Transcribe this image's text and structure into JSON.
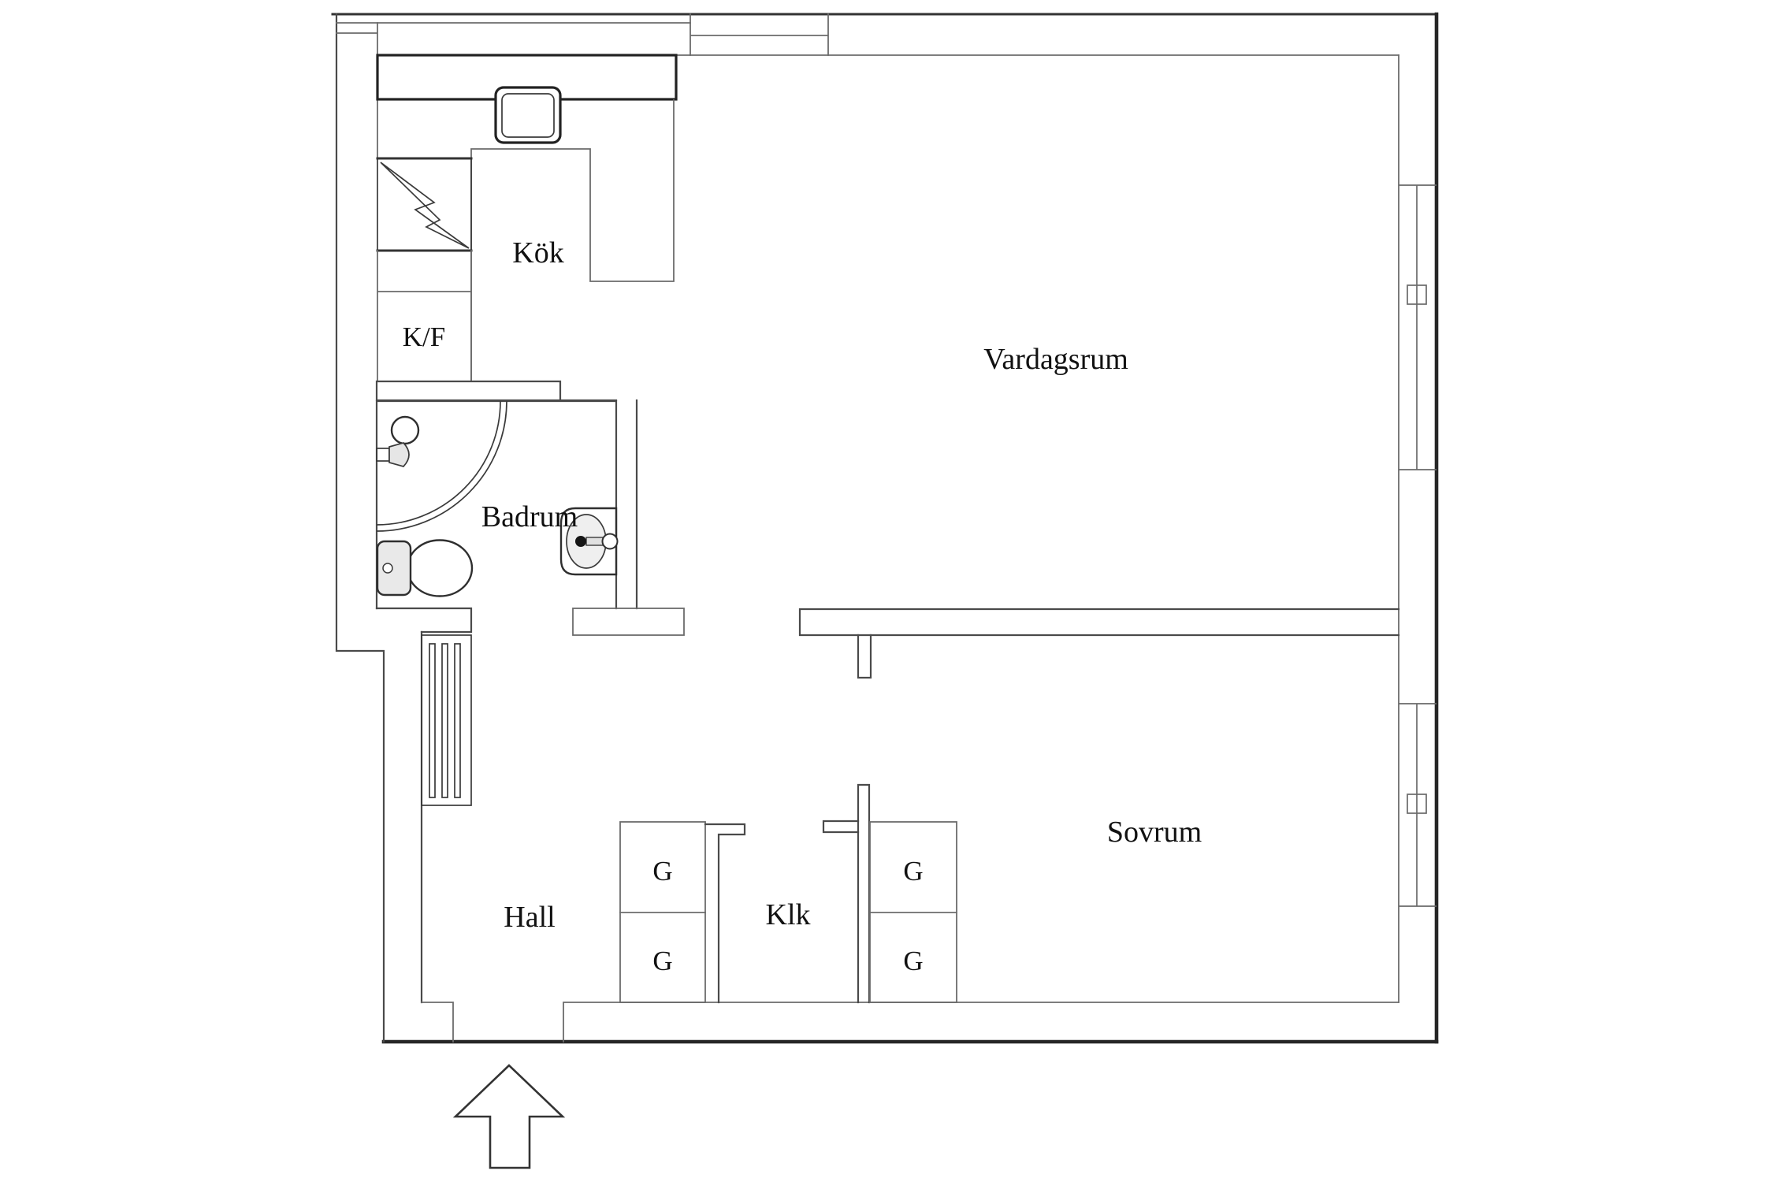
{
  "floor_plan": {
    "type": "apartment-floor-plan",
    "background_color": "#ffffff",
    "wall_color": "#4a4a4a",
    "bold_wall_color": "#262626",
    "text_color": "#111111",
    "rooms": {
      "kitchen": {
        "label": "Kök"
      },
      "fridge": {
        "label": "K/F"
      },
      "living_room": {
        "label": "Vardagsrum"
      },
      "bathroom": {
        "label": "Badrum"
      },
      "hall": {
        "label": "Hall"
      },
      "closet_room": {
        "label": "Klk"
      },
      "bedroom": {
        "label": "Sovrum"
      }
    },
    "wardrobes": {
      "labels": [
        "G",
        "G",
        "G",
        "G"
      ]
    },
    "fixtures": [
      "kitchen-counter",
      "kitchen-sink",
      "stove-lightning-symbol",
      "shower-corner-arc",
      "shower-head",
      "shower-mixer",
      "toilet",
      "washbasin",
      "radiator",
      "window-living-room",
      "window-bedroom",
      "entrance-arrow"
    ],
    "windows": {
      "count": 2,
      "handle_shape": "square"
    },
    "entrance": {
      "symbol": "up-arrow",
      "position": "bottom-left"
    }
  }
}
